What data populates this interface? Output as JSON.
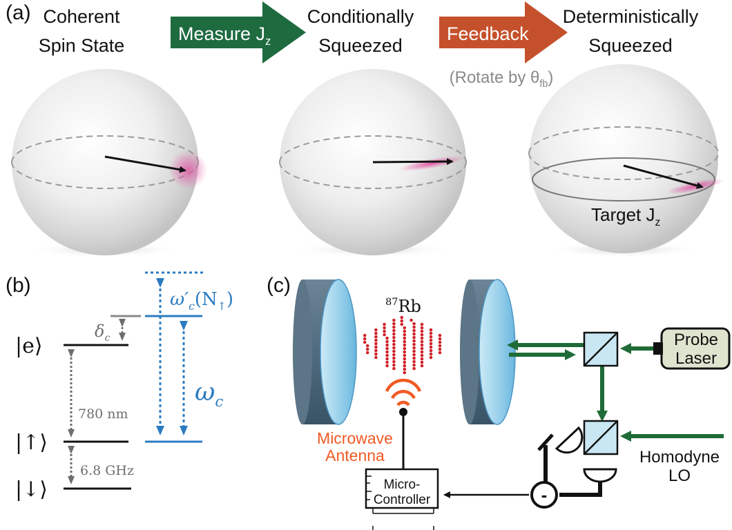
{
  "panel_a": {
    "label": "(a)",
    "coherent_line1": "Coherent",
    "coherent_line2": "Spin State",
    "measure_arrow": "Measure J",
    "measure_sub": "z",
    "conditional_line1": "Conditionally",
    "conditional_line2": "Squeezed",
    "feedback_arrow": "Feedback",
    "rotate_text": "(Rotate by θ",
    "rotate_sub": "fb",
    "rotate_close": ")",
    "deterministic_line1": "Deterministically",
    "deterministic_line2": "Squeezed",
    "target_label": "Target J",
    "target_sub": "z"
  },
  "panel_b": {
    "label": "(b)",
    "level_e": "|e⟩",
    "level_up": "|↑⟩",
    "level_down": "|↓⟩",
    "delta_c": "δ",
    "delta_c_sub": "c",
    "omega_prime": "ω′",
    "omega_prime_sub": "c",
    "omega_prime_arg": "(N",
    "omega_prime_arg_sub": "↑",
    "omega_prime_close": ")",
    "omega_c": "ω",
    "omega_c_sub": "c",
    "wavelength": "780 nm",
    "hyperfine": "6.8 GHz"
  },
  "panel_c": {
    "label": "(c)",
    "atom_sup": "87",
    "atom": "Rb",
    "antenna_line1": "Microwave",
    "antenna_line2": "Antenna",
    "probe_line1": "Probe",
    "probe_line2": "Laser",
    "homodyne_line1": "Homodyne",
    "homodyne_line2": "LO",
    "controller_line1": "Micro-",
    "controller_line2": "Controller",
    "minus": "-"
  },
  "colors": {
    "measure_green": "#1e6b40",
    "feedback_orange": "#c5512c",
    "beam_green": "#1f6b37",
    "omega_blue": "#2b7bc1",
    "antenna_orange": "#f15a24",
    "squeeze_pink": "#e24ca0",
    "laser_box": "#dfe4cf",
    "splitter_blue": "#c9e6f3"
  }
}
